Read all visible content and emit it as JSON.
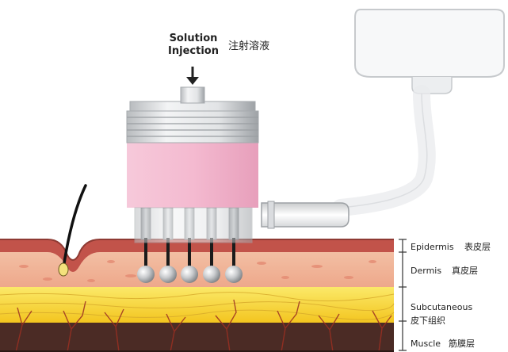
{
  "header": {
    "solution_line1": "Solution",
    "solution_line2": "Injection",
    "solution_cn": "注射溶液"
  },
  "layers": [
    {
      "en": "Epidermis",
      "cn": "表皮层"
    },
    {
      "en": "Dermis",
      "cn": "真皮层"
    },
    {
      "en": "Subcutaneous",
      "cn": "皮下组织"
    },
    {
      "en": "Muscle",
      "cn": "筋膜层"
    }
  ],
  "colors": {
    "epidermis": "#c0524a",
    "dermis": "#f1b89b",
    "subcutaneous": "#f7dc34",
    "muscle": "#4a2a24",
    "applicator_pink": "#f2b7cf",
    "metal": "#d6d8da"
  },
  "icons": {
    "arrow": "down-arrow-icon",
    "hair": "hair-follicle-icon",
    "handpiece": "handpiece-device-icon"
  }
}
